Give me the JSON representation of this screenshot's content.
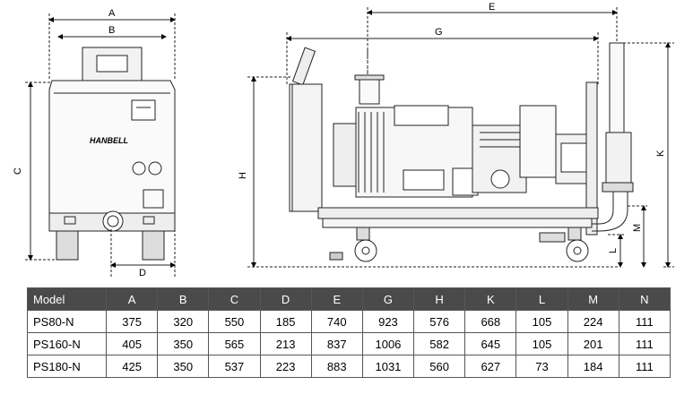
{
  "drawing": {
    "brand": "HANBELL",
    "dimension_labels": {
      "front": [
        "A",
        "B",
        "C",
        "D"
      ],
      "side": [
        "E",
        "G",
        "H",
        "K",
        "M",
        "L"
      ]
    }
  },
  "table": {
    "headers": [
      "Model",
      "A",
      "B",
      "C",
      "D",
      "E",
      "G",
      "H",
      "K",
      "L",
      "M",
      "N"
    ],
    "rows": [
      [
        "PS80-N",
        "375",
        "320",
        "550",
        "185",
        "740",
        "923",
        "576",
        "668",
        "105",
        "224",
        "111"
      ],
      [
        "PS160-N",
        "405",
        "350",
        "565",
        "213",
        "837",
        "1006",
        "582",
        "645",
        "105",
        "201",
        "111"
      ],
      [
        "PS180-N",
        "425",
        "350",
        "537",
        "223",
        "883",
        "1031",
        "560",
        "627",
        "73",
        "184",
        "111"
      ]
    ]
  },
  "colors": {
    "header_bg": "#4a4a4a",
    "header_text": "#ffffff",
    "line": "#000000"
  }
}
